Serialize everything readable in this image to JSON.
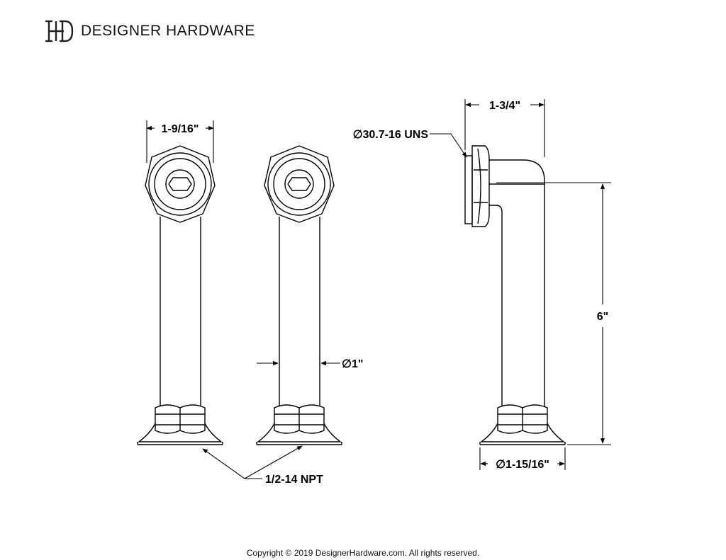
{
  "header": {
    "brand": "DESIGNER HARDWARE",
    "logo_icon": "dh-monogram-logo"
  },
  "dimensions": {
    "top_width": "1-9/16\"",
    "pipe_diameter": "∅1\"",
    "thread_uns": "∅30.7-16 UNS",
    "depth": "1-3/4\"",
    "height": "6\"",
    "flange_diameter": "∅1-15/16\"",
    "thread_npt": "1/2-14 NPT"
  },
  "footer": {
    "copyright": "Copyright © 2019 DesignerHardware.com. All rights reserved."
  }
}
